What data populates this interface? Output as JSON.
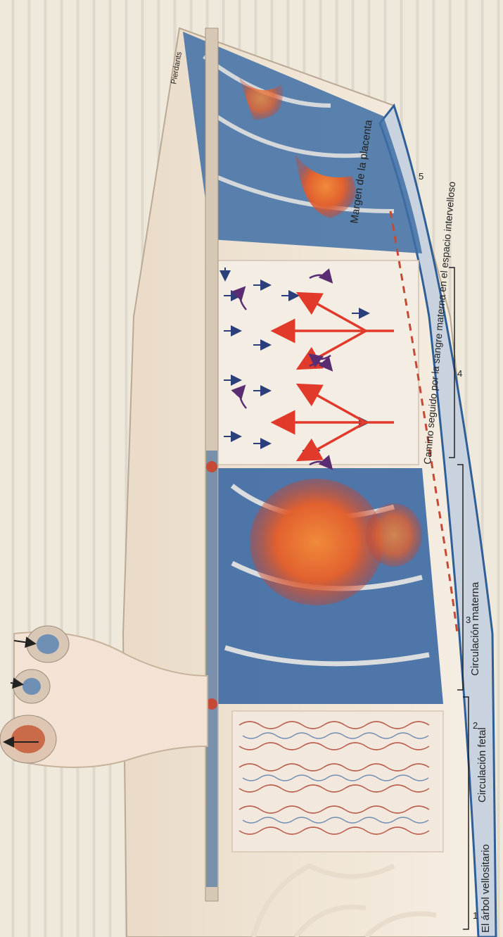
{
  "labels": {
    "margin": "Margen de la placenta",
    "path": "Camino seguido por la sangre materna en el espacio intervelloso",
    "maternal": "Circulación materna",
    "fetal": "Circulación fetal",
    "villous_tree": "El árbol vellositario",
    "signature": "Pierdants"
  },
  "numbers": [
    "1",
    "2",
    "3",
    "4",
    "5"
  ],
  "colors": {
    "paper": "#efe9dc",
    "maternal_blue": "#2f5f96",
    "arterial_red": "#d8452c",
    "flow_red": "#e23a2a",
    "arrow_blue": "#2b3f7a",
    "curl_purple": "#5a2d72",
    "tissue": "#e9d8c6",
    "text": "#222222"
  }
}
